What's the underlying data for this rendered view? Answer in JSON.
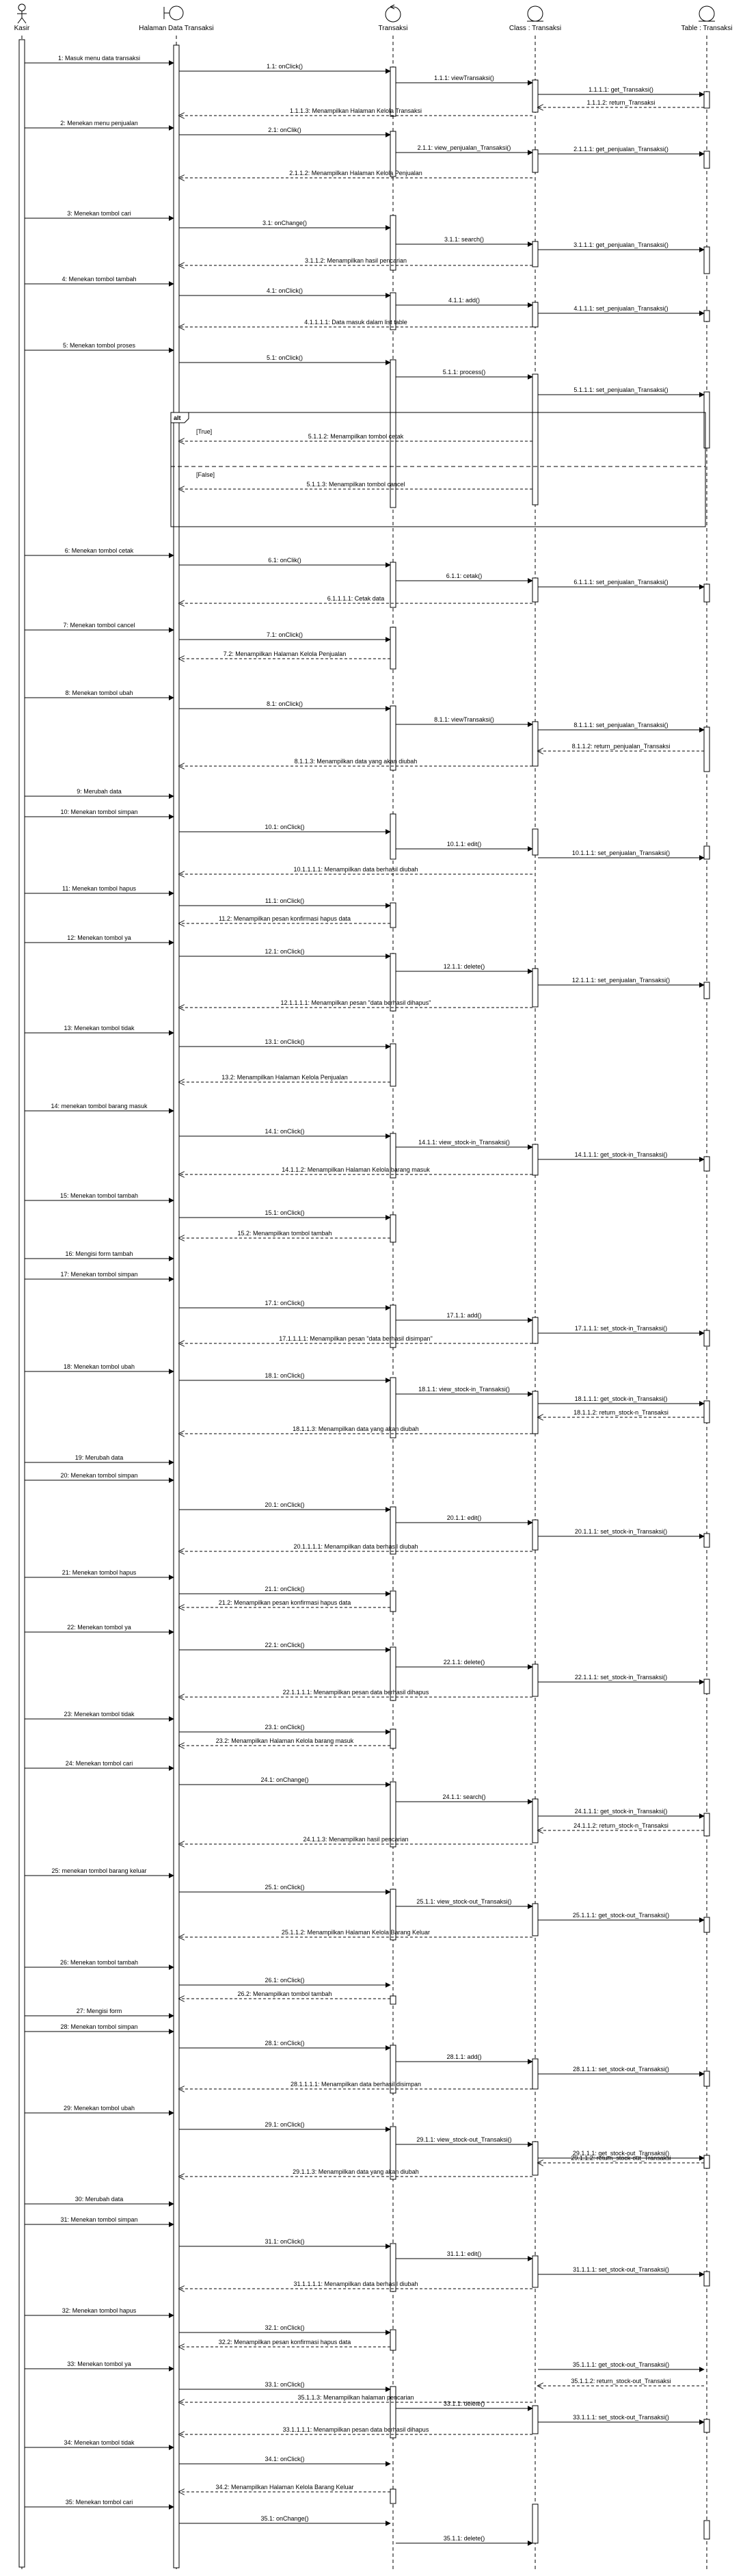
{
  "participants": [
    {
      "id": "kasir",
      "label": "Kasir",
      "kind": "actor"
    },
    {
      "id": "ui",
      "label": "Halaman Data Transaksi",
      "kind": "boundary"
    },
    {
      "id": "ctrl",
      "label": "Transaksi",
      "kind": "control"
    },
    {
      "id": "cls",
      "label": "Class : Transaksi",
      "kind": "entity"
    },
    {
      "id": "tbl",
      "label": "Table : Transaksi",
      "kind": "entity"
    }
  ],
  "fragment": {
    "operator": "alt",
    "guards": [
      "[True]",
      "[False]"
    ]
  },
  "messages": [
    {
      "from": "kasir",
      "to": "ui",
      "label": "1: Masuk menu data transaksi",
      "ret": false
    },
    {
      "from": "ui",
      "to": "ctrl",
      "label": "1.1: onClick()",
      "ret": false
    },
    {
      "from": "ctrl",
      "to": "cls",
      "label": "1.1.1: viewTransaksi()",
      "ret": false
    },
    {
      "from": "cls",
      "to": "tbl",
      "label": "1.1.1.1: get_Transaksi()",
      "ret": false
    },
    {
      "from": "tbl",
      "to": "cls",
      "label": "1.1.1.2: return_Transaksi",
      "ret": true
    },
    {
      "from": "cls",
      "to": "ui",
      "label": "1.1.1.3: Menampilkan Halaman Kelola Transaksi",
      "ret": true
    },
    {
      "from": "kasir",
      "to": "ui",
      "label": "2: Menekan menu penjualan",
      "ret": false
    },
    {
      "from": "ui",
      "to": "ctrl",
      "label": "2.1: onClik()",
      "ret": false
    },
    {
      "from": "ctrl",
      "to": "cls",
      "label": "2.1.1: view_penjualan_Transaksi()",
      "ret": false
    },
    {
      "from": "cls",
      "to": "tbl",
      "label": "2.1.1.1: get_penjualan_Transaksi()",
      "ret": false
    },
    {
      "from": "cls",
      "to": "ui",
      "label": "2.1.1.2: Menampilkan Halaman Kelola Penjualan",
      "ret": true
    },
    {
      "from": "kasir",
      "to": "ui",
      "label": "3: Menekan tombol cari",
      "ret": false
    },
    {
      "from": "ui",
      "to": "ctrl",
      "label": "3.1: onChange()",
      "ret": false
    },
    {
      "from": "ctrl",
      "to": "cls",
      "label": "3.1.1: search()",
      "ret": false
    },
    {
      "from": "cls",
      "to": "tbl",
      "label": "3.1.1.1: get_penjualan_Transaksi()",
      "ret": false
    },
    {
      "from": "cls",
      "to": "ui",
      "label": "3.1.1.2: Menampilkan hasil pencarian",
      "ret": true
    },
    {
      "from": "kasir",
      "to": "ui",
      "label": "4: Menekan tombol tambah",
      "ret": false
    },
    {
      "from": "ui",
      "to": "ctrl",
      "label": "4.1: onClick()",
      "ret": false
    },
    {
      "from": "ctrl",
      "to": "cls",
      "label": "4.1.1: add()",
      "ret": false
    },
    {
      "from": "cls",
      "to": "tbl",
      "label": "4.1.1.1: set_penjualan_Transaksi()",
      "ret": false
    },
    {
      "from": "cls",
      "to": "ui",
      "label": "4.1.1.1.1: Data masuk dalam list table",
      "ret": true
    },
    {
      "from": "kasir",
      "to": "ui",
      "label": "5: Menekan tombol proses",
      "ret": false
    },
    {
      "from": "ui",
      "to": "ctrl",
      "label": "5.1: onClick()",
      "ret": false
    },
    {
      "from": "ctrl",
      "to": "cls",
      "label": "5.1.1: process()",
      "ret": false
    },
    {
      "from": "cls",
      "to": "tbl",
      "label": "5.1.1.1: set_penjualan_Transaksi()",
      "ret": false
    },
    {
      "from": "cls",
      "to": "ui",
      "label": "5.1.1.2: Menampilkan tombol cetak",
      "ret": true
    },
    {
      "from": "cls",
      "to": "ui",
      "label": "5.1.1.3: Menampilkan tombol cancel",
      "ret": true
    },
    {
      "from": "kasir",
      "to": "ui",
      "label": "6: Menekan tombol cetak",
      "ret": false
    },
    {
      "from": "ui",
      "to": "ctrl",
      "label": "6.1: onClik()",
      "ret": false
    },
    {
      "from": "ctrl",
      "to": "cls",
      "label": "6.1.1: cetak()",
      "ret": false
    },
    {
      "from": "cls",
      "to": "tbl",
      "label": "6.1.1.1: set_penjualan_Transaksi()",
      "ret": false
    },
    {
      "from": "cls",
      "to": "ui",
      "label": "6.1.1.1.1: Cetak data",
      "ret": true
    },
    {
      "from": "kasir",
      "to": "ui",
      "label": "7: Menekan tombol cancel",
      "ret": false
    },
    {
      "from": "ui",
      "to": "ctrl",
      "label": "7.1: onClick()",
      "ret": false
    },
    {
      "from": "ctrl",
      "to": "ui",
      "label": "7.2: Menampilkan Halaman Kelola Penjualan",
      "ret": true
    },
    {
      "from": "kasir",
      "to": "ui",
      "label": "8: Menekan tombol ubah",
      "ret": false
    },
    {
      "from": "ui",
      "to": "ctrl",
      "label": "8.1: onClick()",
      "ret": false
    },
    {
      "from": "ctrl",
      "to": "cls",
      "label": "8.1.1: viewTransaksi()",
      "ret": false
    },
    {
      "from": "cls",
      "to": "tbl",
      "label": "8.1.1.1: set_penjualan_Transaksi()",
      "ret": false
    },
    {
      "from": "tbl",
      "to": "cls",
      "label": "8.1.1.2: return_penjualan_Transaksi",
      "ret": true
    },
    {
      "from": "cls",
      "to": "ui",
      "label": "8.1.1.3: Menampilkan data yang akan diubah",
      "ret": true
    },
    {
      "from": "kasir",
      "to": "ui",
      "label": "9: Merubah data",
      "ret": false
    },
    {
      "from": "kasir",
      "to": "ui",
      "label": "10: Menekan tombol simpan",
      "ret": false
    },
    {
      "from": "ui",
      "to": "ctrl",
      "label": "10.1: onClick()",
      "ret": false
    },
    {
      "from": "ctrl",
      "to": "cls",
      "label": "10.1.1: edit()",
      "ret": false
    },
    {
      "from": "cls",
      "to": "tbl",
      "label": "10.1.1.1: set_penjualan_Transaksi()",
      "ret": false
    },
    {
      "from": "cls",
      "to": "ui",
      "label": "10.1.1.1.1: Menampilkan data berhasil diubah",
      "ret": true
    },
    {
      "from": "kasir",
      "to": "ui",
      "label": "11: Menekan tombol hapus",
      "ret": false
    },
    {
      "from": "ui",
      "to": "ctrl",
      "label": "11.1: onClick()",
      "ret": false
    },
    {
      "from": "ctrl",
      "to": "ui",
      "label": "11.2: Menampilkan pesan konfirmasi hapus data",
      "ret": true
    },
    {
      "from": "kasir",
      "to": "ui",
      "label": "12: Menekan tombol ya",
      "ret": false
    },
    {
      "from": "ui",
      "to": "ctrl",
      "label": "12.1: onClick()",
      "ret": false
    },
    {
      "from": "ctrl",
      "to": "cls",
      "label": "12.1.1: delete()",
      "ret": false
    },
    {
      "from": "cls",
      "to": "tbl",
      "label": "12.1.1.1: set_penjualan_Transaksi()",
      "ret": false
    },
    {
      "from": "cls",
      "to": "ui",
      "label": "12.1.1.1.1: Menampilkan pesan \"data berhasil dihapus\"",
      "ret": true
    },
    {
      "from": "kasir",
      "to": "ui",
      "label": "13: Menekan tombol tidak",
      "ret": false
    },
    {
      "from": "ui",
      "to": "ctrl",
      "label": "13.1: onClick()",
      "ret": false
    },
    {
      "from": "ctrl",
      "to": "ui",
      "label": "13.2: Menampilkan Halaman Kelola Penjualan",
      "ret": true
    },
    {
      "from": "kasir",
      "to": "ui",
      "label": "14: menekan tombol barang masuk",
      "ret": false
    },
    {
      "from": "ui",
      "to": "ctrl",
      "label": "14.1: onClick()",
      "ret": false
    },
    {
      "from": "ctrl",
      "to": "cls",
      "label": "14.1.1: view_stock-in_Transaksi()",
      "ret": false
    },
    {
      "from": "cls",
      "to": "tbl",
      "label": "14.1.1.1: get_stock-in_Transaksi()",
      "ret": false
    },
    {
      "from": "cls",
      "to": "ui",
      "label": "14.1.1.2: Menampilkan Halaman Kelola barang masuk",
      "ret": true
    },
    {
      "from": "kasir",
      "to": "ui",
      "label": "15: Menekan tombol tambah",
      "ret": false
    },
    {
      "from": "ui",
      "to": "ctrl",
      "label": "15.1: onClick()",
      "ret": false
    },
    {
      "from": "ctrl",
      "to": "ui",
      "label": "15.2: Menampilkan tombol tambah",
      "ret": true
    },
    {
      "from": "kasir",
      "to": "ui",
      "label": "16: Mengisi form tambah",
      "ret": false
    },
    {
      "from": "kasir",
      "to": "ui",
      "label": "17: Menekan tombol simpan",
      "ret": false
    },
    {
      "from": "ui",
      "to": "ctrl",
      "label": "17.1: onClick()",
      "ret": false
    },
    {
      "from": "ctrl",
      "to": "cls",
      "label": "17.1.1: add()",
      "ret": false
    },
    {
      "from": "cls",
      "to": "tbl",
      "label": "17.1.1.1: set_stock-in_Transaksi()",
      "ret": false
    },
    {
      "from": "cls",
      "to": "ui",
      "label": "17.1.1.1.1: Menampilkan pesan \"data berhasil disimpan\"",
      "ret": true
    },
    {
      "from": "kasir",
      "to": "ui",
      "label": "18: Menekan tombol ubah",
      "ret": false
    },
    {
      "from": "ui",
      "to": "ctrl",
      "label": "18.1: onClick()",
      "ret": false
    },
    {
      "from": "ctrl",
      "to": "cls",
      "label": "18.1.1: view_stock-in_Transaksi()",
      "ret": false
    },
    {
      "from": "cls",
      "to": "tbl",
      "label": "18.1.1.1: get_stock-in_Transaksi()",
      "ret": false
    },
    {
      "from": "tbl",
      "to": "cls",
      "label": "18.1.1.2: return_stock-n_Transaksi",
      "ret": true
    },
    {
      "from": "cls",
      "to": "ui",
      "label": "18.1.1.3: Menampilkan data yang akan diubah",
      "ret": true
    },
    {
      "from": "kasir",
      "to": "ui",
      "label": "19: Merubah data",
      "ret": false
    },
    {
      "from": "kasir",
      "to": "ui",
      "label": "20: Menekan tombol simpan",
      "ret": false
    },
    {
      "from": "ui",
      "to": "ctrl",
      "label": "20.1: onClick()",
      "ret": false
    },
    {
      "from": "ctrl",
      "to": "cls",
      "label": "20.1.1: edit()",
      "ret": false
    },
    {
      "from": "cls",
      "to": "tbl",
      "label": "20.1.1.1: set_stock-in_Transaksi()",
      "ret": false
    },
    {
      "from": "cls",
      "to": "ui",
      "label": "20.1.1.1.1: Menampilkan data berhasil diubah",
      "ret": true
    },
    {
      "from": "kasir",
      "to": "ui",
      "label": "21: Menekan tombol hapus",
      "ret": false
    },
    {
      "from": "ui",
      "to": "ctrl",
      "label": "21.1: onClick()",
      "ret": false
    },
    {
      "from": "ctrl",
      "to": "ui",
      "label": "21.2: Menampilkan pesan konfirmasi hapus data",
      "ret": true
    },
    {
      "from": "kasir",
      "to": "ui",
      "label": "22: Menekan tombol ya",
      "ret": false
    },
    {
      "from": "ui",
      "to": "ctrl",
      "label": "22.1: onClick()",
      "ret": false
    },
    {
      "from": "ctrl",
      "to": "cls",
      "label": "22.1.1: delete()",
      "ret": false
    },
    {
      "from": "cls",
      "to": "tbl",
      "label": "22.1.1.1: set_stock-in_Transaksi()",
      "ret": false
    },
    {
      "from": "cls",
      "to": "ui",
      "label": "22.1.1.1.1: Menampilkan pesan data berhasil dihapus",
      "ret": true
    },
    {
      "from": "kasir",
      "to": "ui",
      "label": "23: Menekan tombol tidak",
      "ret": false
    },
    {
      "from": "ui",
      "to": "ctrl",
      "label": "23.1: onClick()",
      "ret": false
    },
    {
      "from": "ctrl",
      "to": "ui",
      "label": "23.2: Menampilkan Halaman Kelola barang masuk",
      "ret": true
    },
    {
      "from": "kasir",
      "to": "ui",
      "label": "24: Menekan tombol cari",
      "ret": false
    },
    {
      "from": "ui",
      "to": "ctrl",
      "label": "24.1: onChange()",
      "ret": false
    },
    {
      "from": "ctrl",
      "to": "cls",
      "label": "24.1.1: search()",
      "ret": false
    },
    {
      "from": "cls",
      "to": "tbl",
      "label": "24.1.1.1: get_stock-in_Transaksi()",
      "ret": false
    },
    {
      "from": "tbl",
      "to": "cls",
      "label": "24.1.1.2: return_stock-n_Transaksi",
      "ret": true
    },
    {
      "from": "cls",
      "to": "ui",
      "label": "24.1.1.3: Menampilkan hasil pencarian",
      "ret": true
    },
    {
      "from": "kasir",
      "to": "ui",
      "label": "25: menekan tombol barang keluar",
      "ret": false
    },
    {
      "from": "ui",
      "to": "ctrl",
      "label": "25.1: onClick()",
      "ret": false
    },
    {
      "from": "ctrl",
      "to": "cls",
      "label": "25.1.1: view_stock-out_Transaksi()",
      "ret": false
    },
    {
      "from": "cls",
      "to": "tbl",
      "label": "25.1.1.1: get_stock-out_Transaksi()",
      "ret": false
    },
    {
      "from": "cls",
      "to": "ui",
      "label": "25.1.1.2: Menampilkan Halaman Kelola Barang Keluar",
      "ret": true
    },
    {
      "from": "kasir",
      "to": "ui",
      "label": "26: Menekan tombol tambah",
      "ret": false
    },
    {
      "from": "ui",
      "to": "ctrl",
      "label": "26.1: onClick()",
      "ret": false
    },
    {
      "from": "ctrl",
      "to": "ui",
      "label": "26.2: Menampilkan tombol tambah",
      "ret": true
    },
    {
      "from": "kasir",
      "to": "ui",
      "label": "27: Mengisi form",
      "ret": false
    },
    {
      "from": "kasir",
      "to": "ui",
      "label": "28: Menekan tombol simpan",
      "ret": false
    },
    {
      "from": "ui",
      "to": "ctrl",
      "label": "28.1: onClick()",
      "ret": false
    },
    {
      "from": "ctrl",
      "to": "cls",
      "label": "28.1.1: add()",
      "ret": false
    },
    {
      "from": "cls",
      "to": "tbl",
      "label": "28.1.1.1: set_stock-out_Transaksi()",
      "ret": false
    },
    {
      "from": "cls",
      "to": "ui",
      "label": "28.1.1.1.1: Menampilkan data berhasil disimpan",
      "ret": true
    },
    {
      "from": "kasir",
      "to": "ui",
      "label": "29: Menekan tombol ubah",
      "ret": false
    },
    {
      "from": "ui",
      "to": "ctrl",
      "label": "29.1: onClick()",
      "ret": false
    },
    {
      "from": "ctrl",
      "to": "cls",
      "label": "29.1.1: view_stock-out_Transaksi()",
      "ret": false
    },
    {
      "from": "cls",
      "to": "tbl",
      "label": "29.1.1.1: get_stock-out_Transaksi()",
      "ret": false
    },
    {
      "from": "tbl",
      "to": "cls",
      "label": "29.1.1.2: return_stock-out_Transaksi",
      "ret": true
    },
    {
      "from": "cls",
      "to": "ui",
      "label": "29.1.1.3: Menampilkan data yang akan diubah",
      "ret": true
    },
    {
      "from": "kasir",
      "to": "ui",
      "label": "30: Merubah data",
      "ret": false
    },
    {
      "from": "kasir",
      "to": "ui",
      "label": "31: Menekan tombol simpan",
      "ret": false
    },
    {
      "from": "ui",
      "to": "ctrl",
      "label": "31.1: onClick()",
      "ret": false
    },
    {
      "from": "ctrl",
      "to": "cls",
      "label": "31.1.1: edit()",
      "ret": false
    },
    {
      "from": "cls",
      "to": "tbl",
      "label": "31.1.1.1: set_stock-out_Transaksi()",
      "ret": false
    },
    {
      "from": "cls",
      "to": "ui",
      "label": "31.1.1.1.1: Menampilkan data berhasil diubah",
      "ret": true
    },
    {
      "from": "kasir",
      "to": "ui",
      "label": "32: Menekan tombol hapus",
      "ret": false
    },
    {
      "from": "ui",
      "to": "ctrl",
      "label": "32.1: onClick()",
      "ret": false
    },
    {
      "from": "ctrl",
      "to": "ui",
      "label": "32.2: Menampilkan pesan konfirmasi hapus data",
      "ret": true
    },
    {
      "from": "kasir",
      "to": "ui",
      "label": "33: Menekan tombol ya",
      "ret": false
    },
    {
      "from": "ui",
      "to": "ctrl",
      "label": "33.1: onClick()",
      "ret": false
    },
    {
      "from": "ctrl",
      "to": "cls",
      "label": "33.1.1: delete()",
      "ret": false
    },
    {
      "from": "cls",
      "to": "tbl",
      "label": "33.1.1.1: set_stock-out_Transaksi()",
      "ret": false
    },
    {
      "from": "cls",
      "to": "ui",
      "label": "33.1.1.1.1: Menampilkan pesan data berhasil dihapus",
      "ret": true
    },
    {
      "from": "kasir",
      "to": "ui",
      "label": "34: Menekan tombol tidak",
      "ret": false
    },
    {
      "from": "ui",
      "to": "ctrl",
      "label": "34.1: onClick()",
      "ret": false
    },
    {
      "from": "ctrl",
      "to": "ui",
      "label": "34.2: Menampilkan Halaman Kelola Barang Keluar",
      "ret": true
    },
    {
      "from": "kasir",
      "to": "ui",
      "label": "35: Menekan tombol cari",
      "ret": false
    },
    {
      "from": "ui",
      "to": "ctrl",
      "label": "35.1: onChange()",
      "ret": false
    },
    {
      "from": "ctrl",
      "to": "cls",
      "label": "35.1.1: delete()",
      "ret": false
    },
    {
      "from": "cls",
      "to": "tbl",
      "label": "35.1.1.1: get_stock-out_Transaksi()",
      "ret": false
    },
    {
      "from": "tbl",
      "to": "cls",
      "label": "35.1.1.2: return_stock-out_Transaksi",
      "ret": true
    },
    {
      "from": "cls",
      "to": "ui",
      "label": "35.1.1.3: Menampilkan halaman pencarian",
      "ret": true
    }
  ]
}
